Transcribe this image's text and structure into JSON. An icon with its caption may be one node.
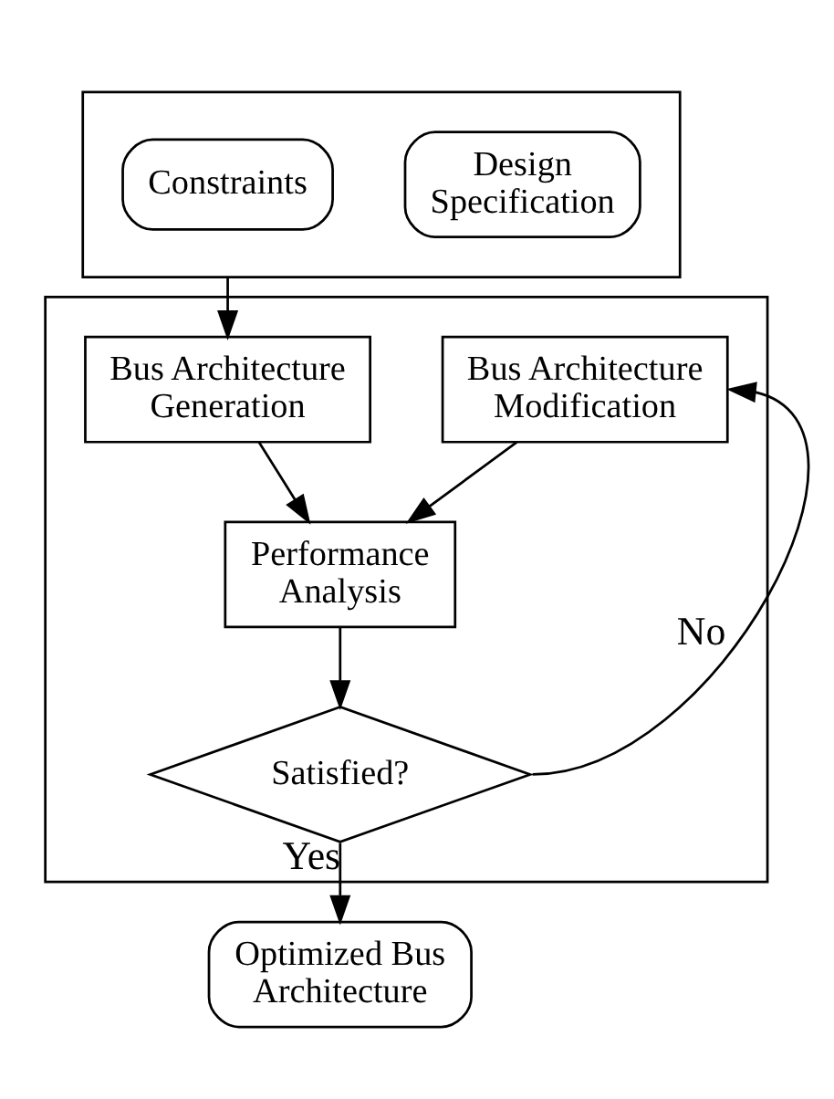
{
  "diagram": {
    "nodes": [
      {
        "text": [],
        "shape": "box"
      },
      {
        "text": [
          "Constraints"
        ],
        "in": 0
      },
      {
        "text": [
          "Design Specification"
        ],
        "in": 0
      },
      {
        "text": [],
        "shape": "box"
      },
      {
        "text": [
          "Bus Architecture Generation"
        ],
        "in": 3
      },
      {
        "text": [
          "Bus Architecture Modification"
        ],
        "in": 3
      },
      {
        "text": [
          "Performance Analysis"
        ],
        "in": 3
      },
      {
        "text": [
          "Satisfied?"
        ],
        "in": 3
      },
      {
        "text": [
          "Optimized Bus Architecture"
        ]
      }
    ],
    "edges": [
      {
        "from": 0,
        "to": 4,
        "arrow": "to"
      },
      {
        "from": 4,
        "to": 6,
        "arrow": "to"
      },
      {
        "from": 5,
        "to": 6,
        "arrow": "to"
      },
      {
        "from": 6,
        "to": 7,
        "arrow": "to"
      },
      {
        "from": 7,
        "to": 5,
        "arrow": "to",
        "label": "No"
      },
      {
        "from": 7,
        "to": 8,
        "arrow": "to",
        "label": "Yes"
      }
    ]
  }
}
